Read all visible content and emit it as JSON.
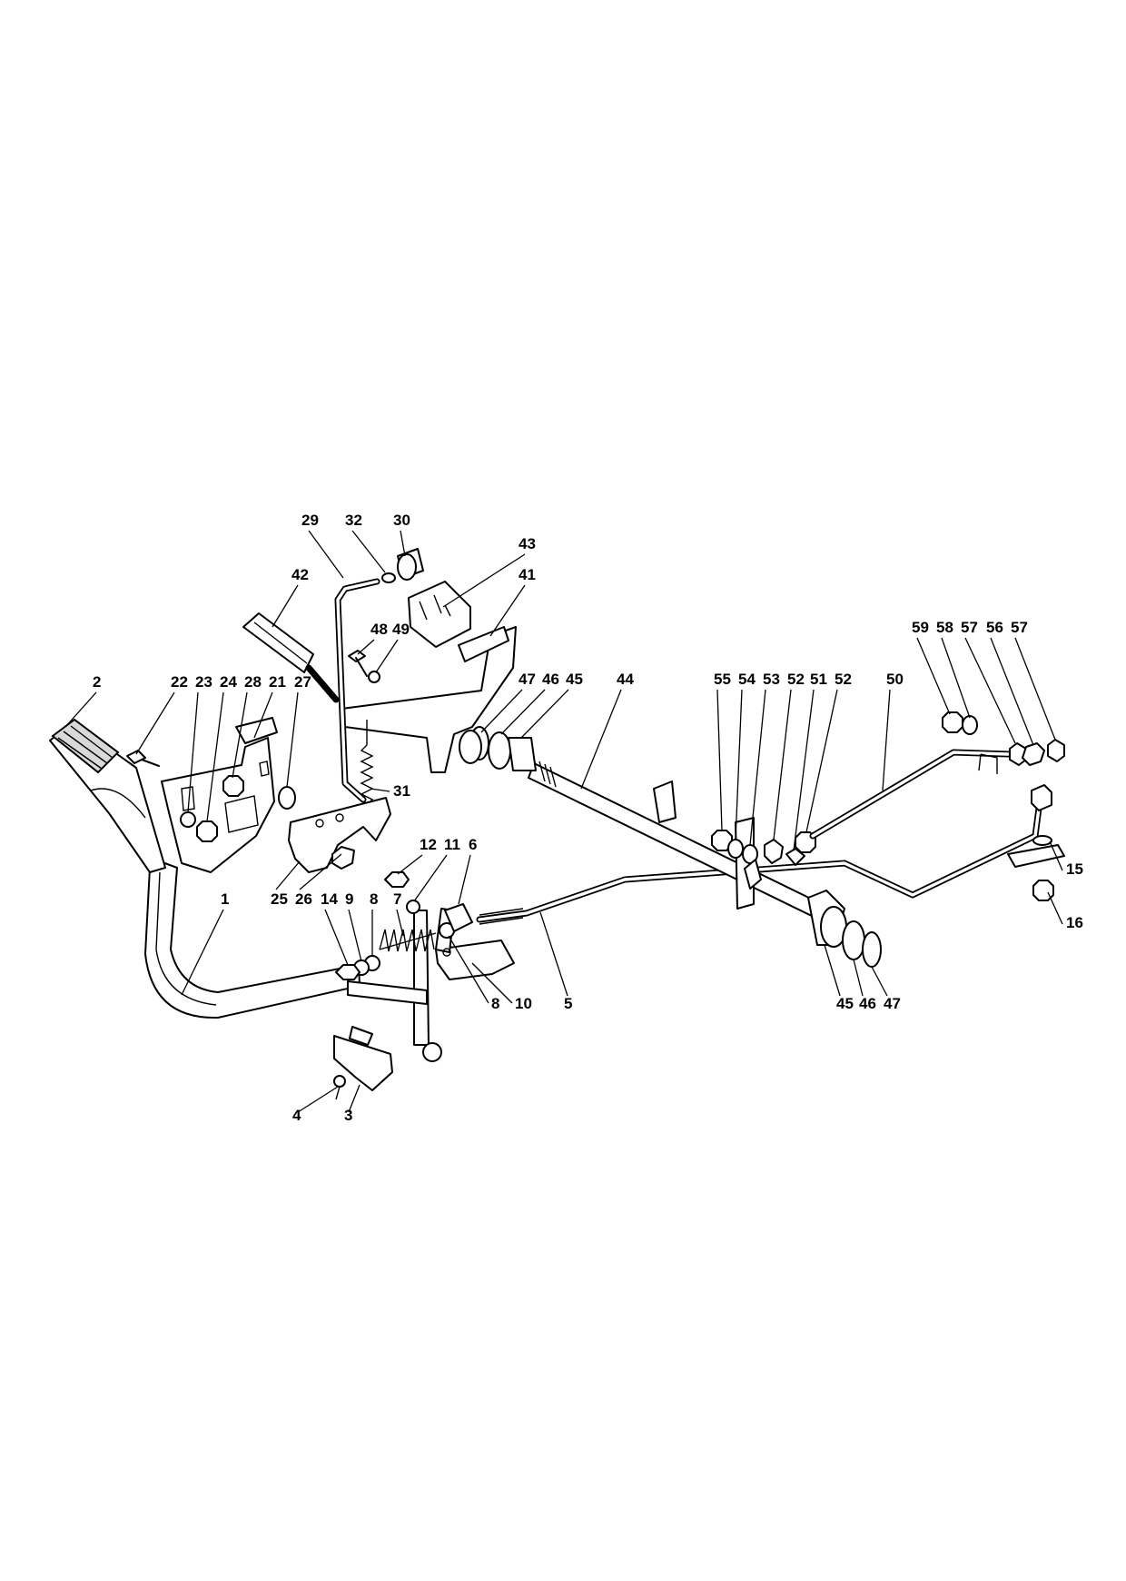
{
  "callouts": {
    "c29": "29",
    "c32": "32",
    "c30": "30",
    "c43": "43",
    "c41": "41",
    "c42": "42",
    "c48": "48",
    "c49": "49",
    "c47a": "47",
    "c46a": "46",
    "c45a": "45",
    "c44": "44",
    "c55": "55",
    "c54": "54",
    "c53": "53",
    "c52a": "52",
    "c51": "51",
    "c52b": "52",
    "c50": "50",
    "c59": "59",
    "c58": "58",
    "c57a": "57",
    "c56": "56",
    "c57b": "57",
    "c2": "2",
    "c22": "22",
    "c23": "23",
    "c24": "24",
    "c28": "28",
    "c21": "21",
    "c27": "27",
    "c31": "31",
    "c12": "12",
    "c11": "11",
    "c6": "6",
    "c15": "15",
    "c16": "16",
    "c25": "25",
    "c26": "26",
    "c1": "1",
    "c14": "14",
    "c9": "9",
    "c8a": "8",
    "c7": "7",
    "c8b": "8",
    "c10": "10",
    "c5": "5",
    "c45b": "45",
    "c46b": "46",
    "c47b": "47",
    "c4": "4",
    "c3": "3"
  }
}
